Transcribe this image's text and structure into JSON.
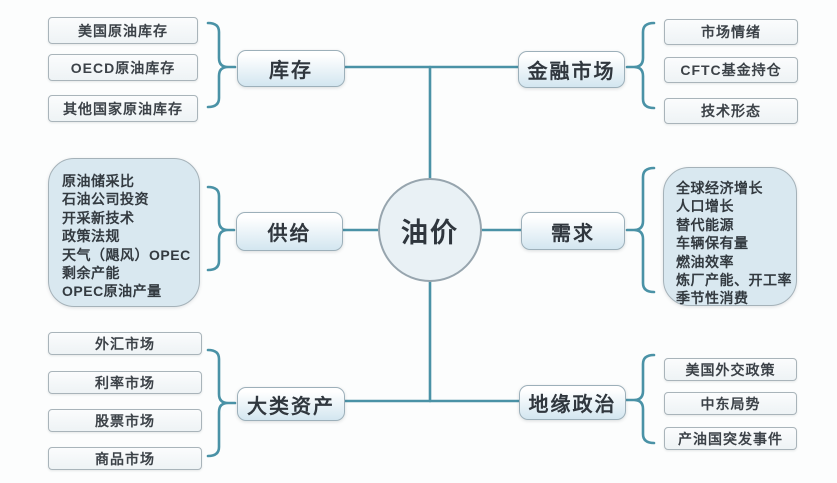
{
  "center": {
    "label": "油价"
  },
  "branches": [
    {
      "label": "库存",
      "items": [
        "美国原油库存",
        "OECD原油库存",
        "其他国家原油库存"
      ]
    },
    {
      "label": "金融市场",
      "items": [
        "市场情绪",
        "CFTC基金持仓",
        "技术形态"
      ]
    },
    {
      "label": "供给",
      "items": [
        "原油储采比",
        "石油公司投资",
        "开采新技术",
        "政策法规",
        "天气（飓风）OPEC",
        "剩余产能",
        "OPEC原油产量"
      ]
    },
    {
      "label": "需求",
      "items": [
        "全球经济增长",
        "人口增长",
        "替代能源",
        "车辆保有量",
        "燃油效率",
        "炼厂产能、开工率",
        "季节性消费"
      ]
    },
    {
      "label": "大类资产",
      "items": [
        "外汇市场",
        "利率市场",
        "股票市场",
        "商品市场"
      ]
    },
    {
      "label": "地缘政治",
      "items": [
        "美国外交政策",
        "中东局势",
        "产油国突发事件"
      ]
    }
  ],
  "colors": {
    "connector": "#4a92a6",
    "brace": "#3d8aa0",
    "category_fill_top": "#ffffff",
    "category_fill_bottom": "#d3e6f0",
    "category_border": "#9db0ba",
    "item_fill": "#eef3f5",
    "item_border": "#a9b4ba",
    "list_fill": "#d9e8f0",
    "circle_fill": "#e9f1f5",
    "text": "#333a41"
  }
}
